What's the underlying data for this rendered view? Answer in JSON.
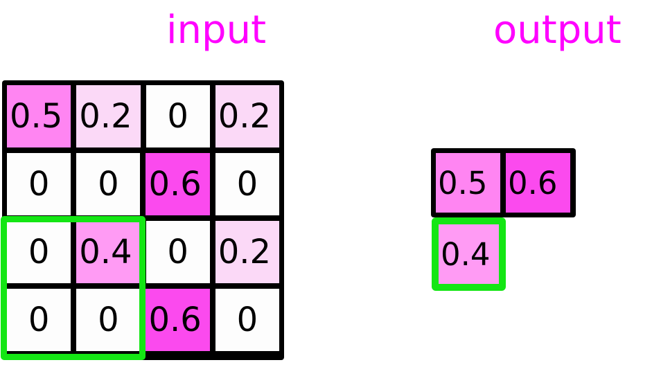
{
  "labels": {
    "input_title": "input",
    "output_title": "output"
  },
  "colors": {
    "title": "#FF00FF",
    "selection_green": "#14E614",
    "grid_line": "#000000",
    "value_0": "#FDFDFD",
    "value_0_2": "#FBD9F7",
    "value_0_4": "#FF9BF4",
    "value_0_5": "#FF85F2",
    "value_0_6": "#FB4AEE"
  },
  "chart_data": {
    "type": "heatmap",
    "title": "input / output grid pooling",
    "legend_position": "none",
    "grid": true,
    "input": {
      "label": "input",
      "rows": 4,
      "cols": 4,
      "values": [
        [
          "0.5",
          "0.2",
          "0",
          "0.2"
        ],
        [
          "0",
          "0",
          "0.6",
          "0"
        ],
        [
          "0",
          "0.4",
          "0",
          "0.2"
        ],
        [
          "0",
          "0",
          "0.6",
          "0"
        ]
      ],
      "numeric": [
        [
          0.5,
          0.2,
          0,
          0.2
        ],
        [
          0,
          0,
          0.6,
          0
        ],
        [
          0,
          0.4,
          0,
          0.2
        ],
        [
          0,
          0,
          0.6,
          0
        ]
      ],
      "selection": {
        "row_start": 3,
        "row_end": 4,
        "col_start": 1,
        "col_end": 2
      }
    },
    "output": {
      "label": "output",
      "rows": 2,
      "cols": 2,
      "values": [
        [
          "0.5",
          "0.6"
        ],
        [
          "0.4",
          ""
        ]
      ],
      "numeric": [
        [
          0.5,
          0.6
        ],
        [
          0.4,
          null
        ]
      ],
      "highlighted_cell": {
        "row": 2,
        "col": 1,
        "value": "0.4"
      }
    }
  }
}
